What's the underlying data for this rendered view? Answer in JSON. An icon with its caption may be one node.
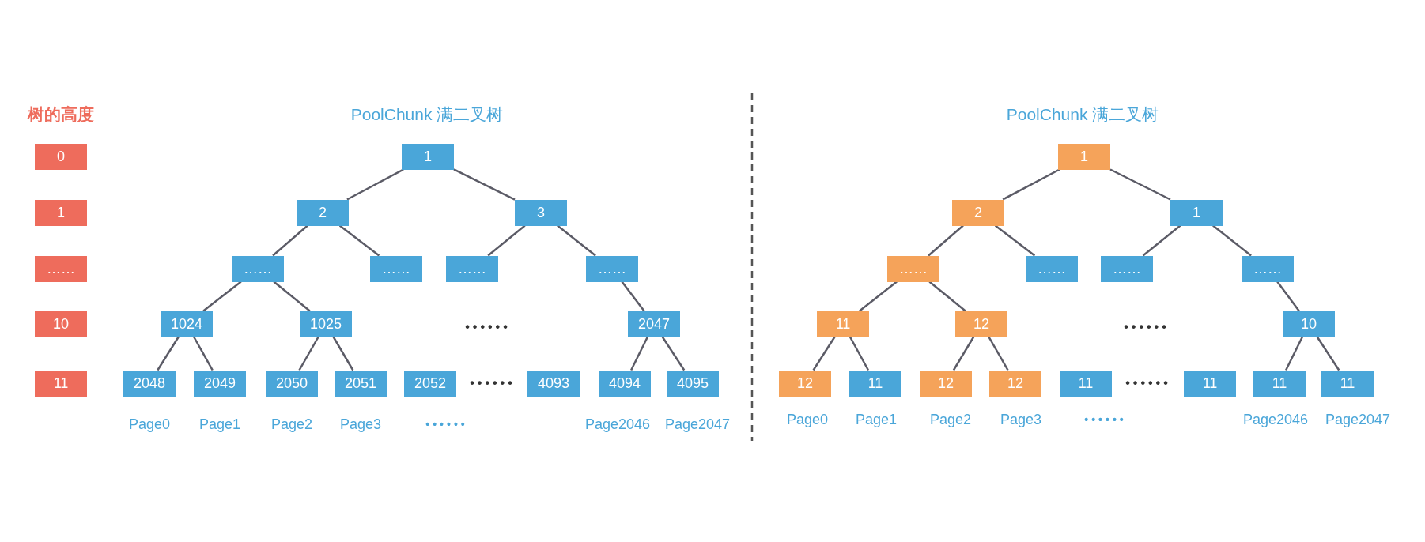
{
  "diagram": {
    "nodes": [
      {
        "text": [
          "0"
        ]
      },
      {
        "text": [
          "1"
        ]
      },
      {
        "text": [
          "……"
        ]
      },
      {
        "text": [
          "10"
        ]
      },
      {
        "text": [
          "11"
        ]
      },
      {
        "text": [
          "1"
        ]
      },
      {
        "text": [
          "2"
        ]
      },
      {
        "text": [
          "3"
        ]
      },
      {
        "text": [
          "……"
        ]
      },
      {
        "text": [
          "……"
        ]
      },
      {
        "text": [
          "……"
        ]
      },
      {
        "text": [
          "……"
        ]
      },
      {
        "text": [
          "1024"
        ]
      },
      {
        "text": [
          "1025"
        ]
      },
      {
        "text": [
          "2047"
        ]
      },
      {
        "text": [
          "2048"
        ]
      },
      {
        "text": [
          "2049"
        ]
      },
      {
        "text": [
          "2050"
        ]
      },
      {
        "text": [
          "2051"
        ]
      },
      {
        "text": [
          "2052"
        ]
      },
      {
        "text": [
          "4093"
        ]
      },
      {
        "text": [
          "4094"
        ]
      },
      {
        "text": [
          "4095"
        ]
      },
      {
        "text": [
          "1"
        ]
      },
      {
        "text": [
          "2"
        ]
      },
      {
        "text": [
          "1"
        ]
      },
      {
        "text": [
          "……"
        ]
      },
      {
        "text": [
          "……"
        ]
      },
      {
        "text": [
          "……"
        ]
      },
      {
        "text": [
          "……"
        ]
      },
      {
        "text": [
          "11"
        ]
      },
      {
        "text": [
          "12"
        ]
      },
      {
        "text": [
          "10"
        ]
      },
      {
        "text": [
          "12"
        ]
      },
      {
        "text": [
          "11"
        ]
      },
      {
        "text": [
          "12"
        ]
      },
      {
        "text": [
          "12"
        ]
      },
      {
        "text": [
          "11"
        ]
      },
      {
        "text": [
          "11"
        ]
      },
      {
        "text": [
          "11"
        ]
      },
      {
        "text": [
          "11"
        ]
      }
    ],
    "edges": [
      {
        "from": 5,
        "to": 6,
        "arrow": "none"
      },
      {
        "from": 5,
        "to": 7,
        "arrow": "none"
      },
      {
        "from": 6,
        "to": 8,
        "arrow": "none"
      },
      {
        "from": 6,
        "to": 9,
        "arrow": "none"
      },
      {
        "from": 7,
        "to": 10,
        "arrow": "none"
      },
      {
        "from": 7,
        "to": 11,
        "arrow": "none"
      },
      {
        "from": 8,
        "to": 12,
        "arrow": "none"
      },
      {
        "from": 8,
        "to": 13,
        "arrow": "none"
      },
      {
        "from": 11,
        "to": 14,
        "arrow": "none"
      },
      {
        "from": 12,
        "to": 15,
        "arrow": "none"
      },
      {
        "from": 12,
        "to": 16,
        "arrow": "none"
      },
      {
        "from": 13,
        "to": 17,
        "arrow": "none"
      },
      {
        "from": 13,
        "to": 18,
        "arrow": "none"
      },
      {
        "from": 14,
        "to": 21,
        "arrow": "none"
      },
      {
        "from": 14,
        "to": 22,
        "arrow": "none"
      },
      {
        "from": 23,
        "to": 24,
        "arrow": "none"
      },
      {
        "from": 23,
        "to": 25,
        "arrow": "none"
      },
      {
        "from": 24,
        "to": 26,
        "arrow": "none"
      },
      {
        "from": 24,
        "to": 27,
        "arrow": "none"
      },
      {
        "from": 25,
        "to": 28,
        "arrow": "none"
      },
      {
        "from": 25,
        "to": 29,
        "arrow": "none"
      },
      {
        "from": 26,
        "to": 30,
        "arrow": "none"
      },
      {
        "from": 26,
        "to": 31,
        "arrow": "none"
      },
      {
        "from": 29,
        "to": 32,
        "arrow": "none"
      },
      {
        "from": 30,
        "to": 33,
        "arrow": "none"
      },
      {
        "from": 30,
        "to": 34,
        "arrow": "none"
      },
      {
        "from": 31,
        "to": 35,
        "arrow": "none"
      },
      {
        "from": 31,
        "to": 36,
        "arrow": "none"
      },
      {
        "from": 32,
        "to": 39,
        "arrow": "none"
      },
      {
        "from": 32,
        "to": 40,
        "arrow": "none"
      }
    ],
    "labels": [
      "树的高度",
      "PoolChunk 满二叉树",
      "PoolChunk 满二叉树",
      "••••••",
      "••••••",
      "Page0",
      "Page1",
      "Page2",
      "Page3",
      "••••••",
      "Page2046",
      "Page2047",
      "••••••",
      "••••••",
      "Page0",
      "Page1",
      "Page2",
      "Page3",
      "••••••",
      "Page2046",
      "Page2047"
    ]
  }
}
